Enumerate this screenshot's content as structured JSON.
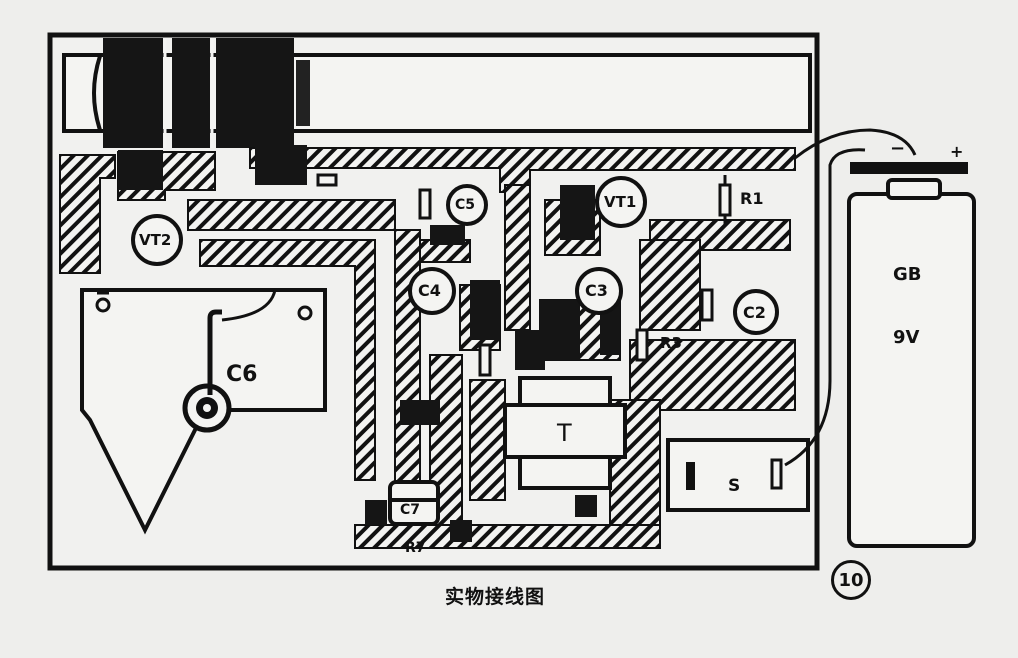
{
  "diagram": {
    "caption": "实物接线图",
    "figure_number": "10",
    "components": {
      "vt1": "VT1",
      "vt2": "VT2",
      "c2": "C2",
      "c3": "C3",
      "c4": "C4",
      "c5": "C5",
      "c6": "C6",
      "c7": "C7",
      "r1": "R1",
      "r3": "R3",
      "r7": "R7",
      "transformer": "T",
      "switch": "S",
      "battery_name": "GB",
      "battery_voltage": "9V",
      "plus_sign": "+",
      "minus_sign": "−"
    },
    "colors": {
      "ink": "#111111",
      "paper": "#eeeeec"
    }
  }
}
